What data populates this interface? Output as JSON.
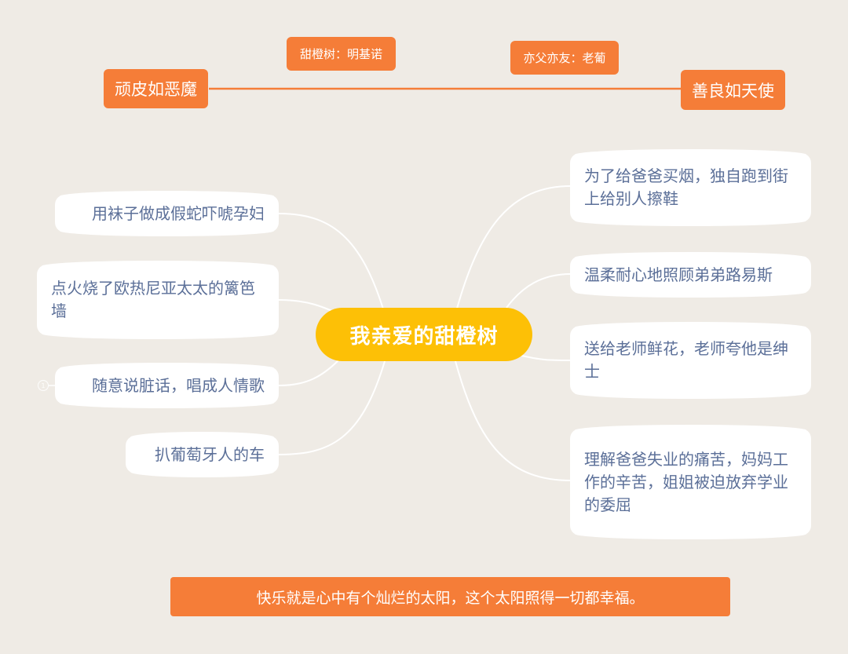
{
  "colors": {
    "background": "#efebe5",
    "orange": "#f57d38",
    "central": "#fdc006",
    "node_text": "#5b6f98",
    "connector": "#ffffff"
  },
  "top": {
    "left_trait": "顽皮如恶魔",
    "right_trait": "善良如天使",
    "label_left": "甜橙树：明基诺",
    "label_right": "亦父亦友：老葡"
  },
  "central_topic": "我亲爱的甜橙树",
  "left_branches": [
    {
      "text": "用袜子做成假蛇吓唬孕妇"
    },
    {
      "text": "点火烧了欧热尼亚太太的篱笆墙"
    },
    {
      "text": "随意说脏话，唱成人情歌",
      "marker": "1"
    },
    {
      "text": "扒葡萄牙人的车"
    }
  ],
  "right_branches": [
    {
      "text": "为了给爸爸买烟，独自跑到街上给别人擦鞋"
    },
    {
      "text": "温柔耐心地照顾弟弟路易斯"
    },
    {
      "text": "送给老师鲜花，老师夸他是绅士"
    },
    {
      "text": "理解爸爸失业的痛苦，妈妈工作的辛苦，姐姐被迫放弃学业的委屈"
    }
  ],
  "summary": "快乐就是心中有个灿烂的太阳，这个太阳照得一切都幸福。"
}
